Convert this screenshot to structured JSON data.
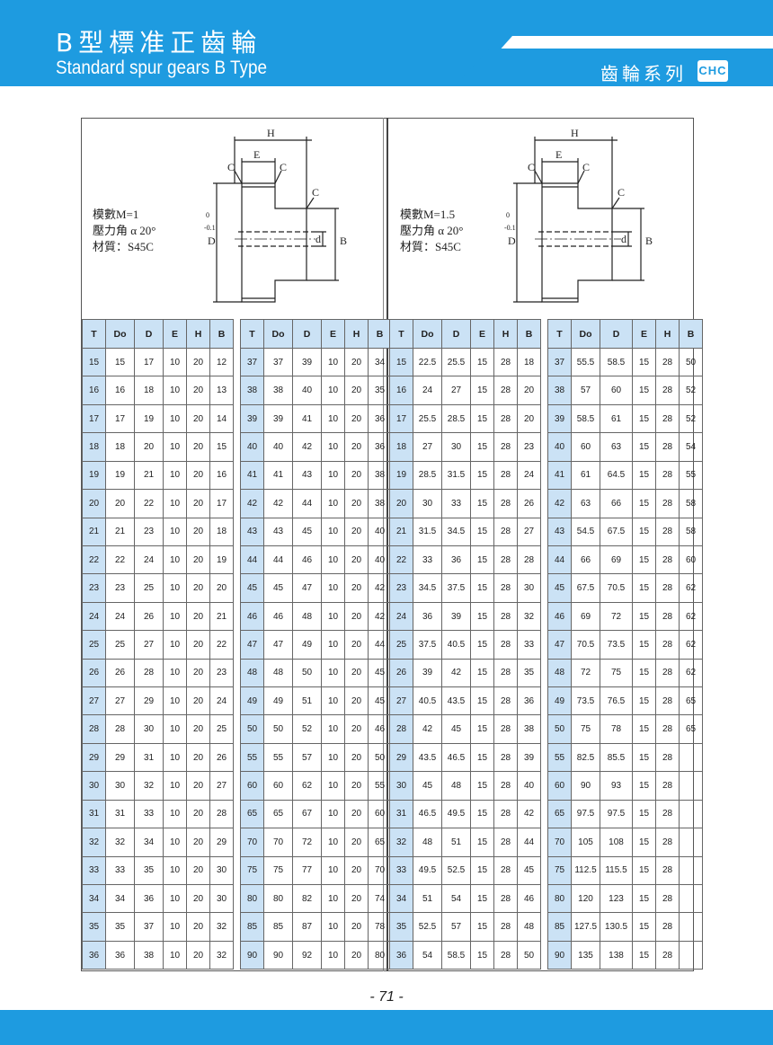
{
  "header": {
    "title_cn": "B型標准正齒輪",
    "title_en": "Standard spur gears B Type",
    "series": "齒輪系列",
    "logo_text": "CHC",
    "color_primary": "#1e9be0",
    "color_header_cell": "#cbe2f5"
  },
  "diagram_labels": {
    "H": "H",
    "E": "E",
    "C": "C",
    "D": "D",
    "D_tol_top": "0",
    "D_tol_bottom": "-0.1",
    "d": "d",
    "B": "B"
  },
  "left_spec": {
    "module": "模數M=1",
    "pressure_angle": "壓力角 α 20°",
    "material": "材質：S45C"
  },
  "right_spec": {
    "module": "模數M=1.5",
    "pressure_angle": "壓力角 α 20°",
    "material": "材質：S45C"
  },
  "columns": [
    "T",
    "Do",
    "D",
    "E",
    "H",
    "B"
  ],
  "m1_a": [
    [
      "15",
      "15",
      "17",
      "10",
      "20",
      "12"
    ],
    [
      "16",
      "16",
      "18",
      "10",
      "20",
      "13"
    ],
    [
      "17",
      "17",
      "19",
      "10",
      "20",
      "14"
    ],
    [
      "18",
      "18",
      "20",
      "10",
      "20",
      "15"
    ],
    [
      "19",
      "19",
      "21",
      "10",
      "20",
      "16"
    ],
    [
      "20",
      "20",
      "22",
      "10",
      "20",
      "17"
    ],
    [
      "21",
      "21",
      "23",
      "10",
      "20",
      "18"
    ],
    [
      "22",
      "22",
      "24",
      "10",
      "20",
      "19"
    ],
    [
      "23",
      "23",
      "25",
      "10",
      "20",
      "20"
    ],
    [
      "24",
      "24",
      "26",
      "10",
      "20",
      "21"
    ],
    [
      "25",
      "25",
      "27",
      "10",
      "20",
      "22"
    ],
    [
      "26",
      "26",
      "28",
      "10",
      "20",
      "23"
    ],
    [
      "27",
      "27",
      "29",
      "10",
      "20",
      "24"
    ],
    [
      "28",
      "28",
      "30",
      "10",
      "20",
      "25"
    ],
    [
      "29",
      "29",
      "31",
      "10",
      "20",
      "26"
    ],
    [
      "30",
      "30",
      "32",
      "10",
      "20",
      "27"
    ],
    [
      "31",
      "31",
      "33",
      "10",
      "20",
      "28"
    ],
    [
      "32",
      "32",
      "34",
      "10",
      "20",
      "29"
    ],
    [
      "33",
      "33",
      "35",
      "10",
      "20",
      "30"
    ],
    [
      "34",
      "34",
      "36",
      "10",
      "20",
      "30"
    ],
    [
      "35",
      "35",
      "37",
      "10",
      "20",
      "32"
    ],
    [
      "36",
      "36",
      "38",
      "10",
      "20",
      "32"
    ]
  ],
  "m1_b": [
    [
      "37",
      "37",
      "39",
      "10",
      "20",
      "34"
    ],
    [
      "38",
      "38",
      "40",
      "10",
      "20",
      "35"
    ],
    [
      "39",
      "39",
      "41",
      "10",
      "20",
      "36"
    ],
    [
      "40",
      "40",
      "42",
      "10",
      "20",
      "36"
    ],
    [
      "41",
      "41",
      "43",
      "10",
      "20",
      "38"
    ],
    [
      "42",
      "42",
      "44",
      "10",
      "20",
      "38"
    ],
    [
      "43",
      "43",
      "45",
      "10",
      "20",
      "40"
    ],
    [
      "44",
      "44",
      "46",
      "10",
      "20",
      "40"
    ],
    [
      "45",
      "45",
      "47",
      "10",
      "20",
      "42"
    ],
    [
      "46",
      "46",
      "48",
      "10",
      "20",
      "42"
    ],
    [
      "47",
      "47",
      "49",
      "10",
      "20",
      "44"
    ],
    [
      "48",
      "48",
      "50",
      "10",
      "20",
      "45"
    ],
    [
      "49",
      "49",
      "51",
      "10",
      "20",
      "45"
    ],
    [
      "50",
      "50",
      "52",
      "10",
      "20",
      "46"
    ],
    [
      "55",
      "55",
      "57",
      "10",
      "20",
      "50"
    ],
    [
      "60",
      "60",
      "62",
      "10",
      "20",
      "55"
    ],
    [
      "65",
      "65",
      "67",
      "10",
      "20",
      "60"
    ],
    [
      "70",
      "70",
      "72",
      "10",
      "20",
      "65"
    ],
    [
      "75",
      "75",
      "77",
      "10",
      "20",
      "70"
    ],
    [
      "80",
      "80",
      "82",
      "10",
      "20",
      "74"
    ],
    [
      "85",
      "85",
      "87",
      "10",
      "20",
      "78"
    ],
    [
      "90",
      "90",
      "92",
      "10",
      "20",
      "80"
    ]
  ],
  "m15_a": [
    [
      "15",
      "22.5",
      "25.5",
      "15",
      "28",
      "18"
    ],
    [
      "16",
      "24",
      "27",
      "15",
      "28",
      "20"
    ],
    [
      "17",
      "25.5",
      "28.5",
      "15",
      "28",
      "20"
    ],
    [
      "18",
      "27",
      "30",
      "15",
      "28",
      "23"
    ],
    [
      "19",
      "28.5",
      "31.5",
      "15",
      "28",
      "24"
    ],
    [
      "20",
      "30",
      "33",
      "15",
      "28",
      "26"
    ],
    [
      "21",
      "31.5",
      "34.5",
      "15",
      "28",
      "27"
    ],
    [
      "22",
      "33",
      "36",
      "15",
      "28",
      "28"
    ],
    [
      "23",
      "34.5",
      "37.5",
      "15",
      "28",
      "30"
    ],
    [
      "24",
      "36",
      "39",
      "15",
      "28",
      "32"
    ],
    [
      "25",
      "37.5",
      "40.5",
      "15",
      "28",
      "33"
    ],
    [
      "26",
      "39",
      "42",
      "15",
      "28",
      "35"
    ],
    [
      "27",
      "40.5",
      "43.5",
      "15",
      "28",
      "36"
    ],
    [
      "28",
      "42",
      "45",
      "15",
      "28",
      "38"
    ],
    [
      "29",
      "43.5",
      "46.5",
      "15",
      "28",
      "39"
    ],
    [
      "30",
      "45",
      "48",
      "15",
      "28",
      "40"
    ],
    [
      "31",
      "46.5",
      "49.5",
      "15",
      "28",
      "42"
    ],
    [
      "32",
      "48",
      "51",
      "15",
      "28",
      "44"
    ],
    [
      "33",
      "49.5",
      "52.5",
      "15",
      "28",
      "45"
    ],
    [
      "34",
      "51",
      "54",
      "15",
      "28",
      "46"
    ],
    [
      "35",
      "52.5",
      "57",
      "15",
      "28",
      "48"
    ],
    [
      "36",
      "54",
      "58.5",
      "15",
      "28",
      "50"
    ]
  ],
  "m15_b": [
    [
      "37",
      "55.5",
      "58.5",
      "15",
      "28",
      "50"
    ],
    [
      "38",
      "57",
      "60",
      "15",
      "28",
      "52"
    ],
    [
      "39",
      "58.5",
      "61",
      "15",
      "28",
      "52"
    ],
    [
      "40",
      "60",
      "63",
      "15",
      "28",
      "54"
    ],
    [
      "41",
      "61",
      "64.5",
      "15",
      "28",
      "55"
    ],
    [
      "42",
      "63",
      "66",
      "15",
      "28",
      "58"
    ],
    [
      "43",
      "54.5",
      "67.5",
      "15",
      "28",
      "58"
    ],
    [
      "44",
      "66",
      "69",
      "15",
      "28",
      "60"
    ],
    [
      "45",
      "67.5",
      "70.5",
      "15",
      "28",
      "62"
    ],
    [
      "46",
      "69",
      "72",
      "15",
      "28",
      "62"
    ],
    [
      "47",
      "70.5",
      "73.5",
      "15",
      "28",
      "62"
    ],
    [
      "48",
      "72",
      "75",
      "15",
      "28",
      "62"
    ],
    [
      "49",
      "73.5",
      "76.5",
      "15",
      "28",
      "65"
    ],
    [
      "50",
      "75",
      "78",
      "15",
      "28",
      "65"
    ],
    [
      "55",
      "82.5",
      "85.5",
      "15",
      "28",
      ""
    ],
    [
      "60",
      "90",
      "93",
      "15",
      "28",
      ""
    ],
    [
      "65",
      "97.5",
      "97.5",
      "15",
      "28",
      ""
    ],
    [
      "70",
      "105",
      "108",
      "15",
      "28",
      ""
    ],
    [
      "75",
      "112.5",
      "115.5",
      "15",
      "28",
      ""
    ],
    [
      "80",
      "120",
      "123",
      "15",
      "28",
      ""
    ],
    [
      "85",
      "127.5",
      "130.5",
      "15",
      "28",
      ""
    ],
    [
      "90",
      "135",
      "138",
      "15",
      "28",
      ""
    ]
  ],
  "page_number": "- 71 -"
}
